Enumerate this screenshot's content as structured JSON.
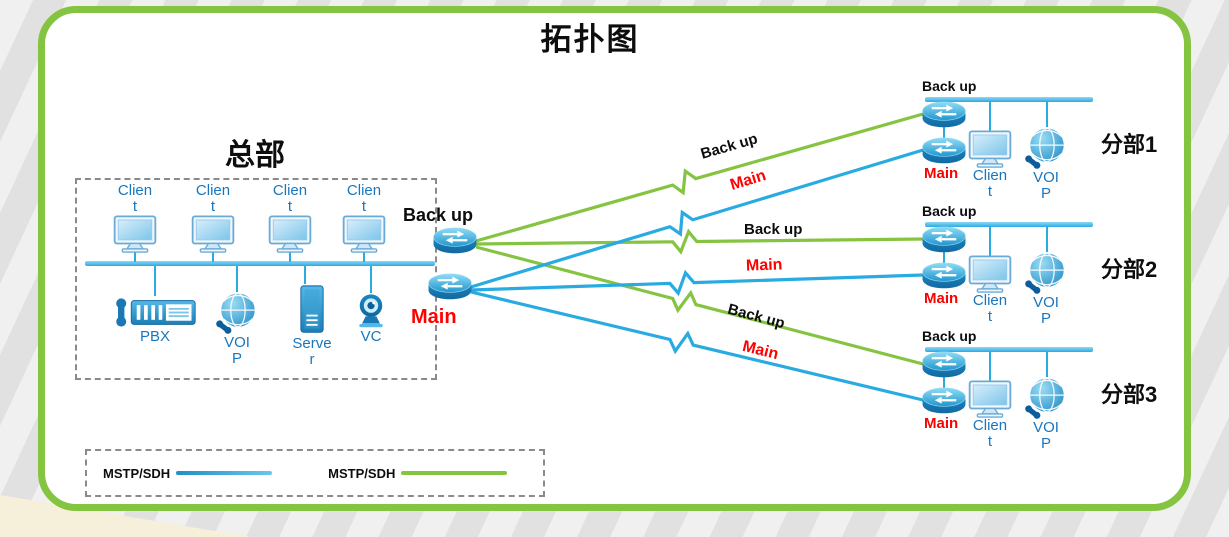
{
  "title": "拓扑图",
  "colors": {
    "green": "#85C440",
    "blue": "#29ABE2",
    "red": "#FF0000",
    "label_blue": "#1976BD"
  },
  "hq": {
    "label": "总部",
    "client_label": "Client",
    "pbx": "PBX",
    "voip": "VOIP",
    "server": "Server",
    "vc": "VC"
  },
  "core": {
    "backup_label": "Back up",
    "main_label": "Main"
  },
  "branches": [
    {
      "name": "分部1",
      "backup_label": "Back up",
      "main_label": "Main",
      "client_label": "Client",
      "voip_label": "VOIP"
    },
    {
      "name": "分部2",
      "backup_label": "Back up",
      "main_label": "Main",
      "client_label": "Client",
      "voip_label": "VOIP"
    },
    {
      "name": "分部3",
      "backup_label": "Back up",
      "main_label": "Main",
      "client_label": "Client",
      "voip_label": "VOIP"
    }
  ],
  "link_labels": [
    {
      "label": "Back up"
    },
    {
      "label": "Main"
    },
    {
      "label": "Back up"
    },
    {
      "label": "Main"
    },
    {
      "label": "Back up"
    },
    {
      "label": "Main"
    }
  ],
  "legend": [
    {
      "label": "MSTP/SDH",
      "color": "#29ABE2"
    },
    {
      "label": "MSTP/SDH",
      "color": "#85C440"
    }
  ]
}
